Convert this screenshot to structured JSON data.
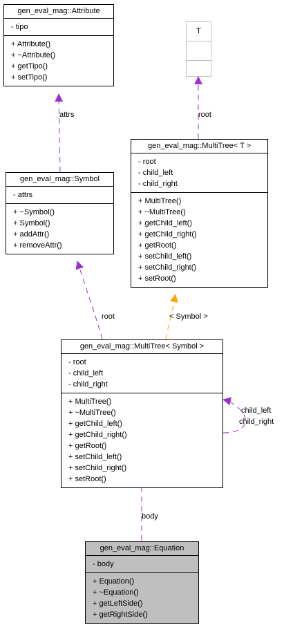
{
  "classes": {
    "attribute": {
      "name": "gen_eval_mag::Attribute",
      "attributes": [
        "- tipo"
      ],
      "methods": [
        "+ Attribute()",
        "+ ~Attribute()",
        "+ getTipo()",
        "+ setTipo()"
      ]
    },
    "template_param": {
      "name": "T"
    },
    "symbol": {
      "name": "gen_eval_mag::Symbol",
      "attributes": [
        "- attrs"
      ],
      "methods": [
        "+ ~Symbol()",
        "+ Symbol()",
        "+ addAttr()",
        "+ removeAttr()"
      ]
    },
    "multitree_t": {
      "name": "gen_eval_mag::MultiTree< T >",
      "attributes": [
        "- root",
        "- child_left",
        "- child_right"
      ],
      "methods": [
        "+ MultiTree()",
        "+ ~MultiTree()",
        "+ getChild_left()",
        "+ getChild_right()",
        "+ getRoot()",
        "+ setChild_left()",
        "+ setChild_right()",
        "+ setRoot()"
      ]
    },
    "multitree_symbol": {
      "name": "gen_eval_mag::MultiTree< Symbol >",
      "attributes": [
        "- root",
        "- child_left",
        "- child_right"
      ],
      "methods": [
        "+ MultiTree()",
        "+ ~MultiTree()",
        "+ getChild_left()",
        "+ getChild_right()",
        "+ getRoot()",
        "+ setChild_left()",
        "+ setChild_right()",
        "+ setRoot()"
      ]
    },
    "equation": {
      "name": "gen_eval_mag::Equation",
      "attributes": [
        "- body"
      ],
      "methods": [
        "+ Equation()",
        "+ ~Equation()",
        "+ getLeftSide()",
        "+ getRightSide()"
      ]
    }
  },
  "edges": {
    "attrs": "attrs",
    "root_t": "root",
    "root_symbol": "root",
    "template_binding": "< Symbol >",
    "self_child_left": "child_left",
    "self_child_right": "child_right",
    "body": "body"
  },
  "colors": {
    "usage_edge": "#9a32cd",
    "template_edge": "#ffa500",
    "highlight_box": "#bfbfbf",
    "template_box_border": "#bfbfbf"
  }
}
